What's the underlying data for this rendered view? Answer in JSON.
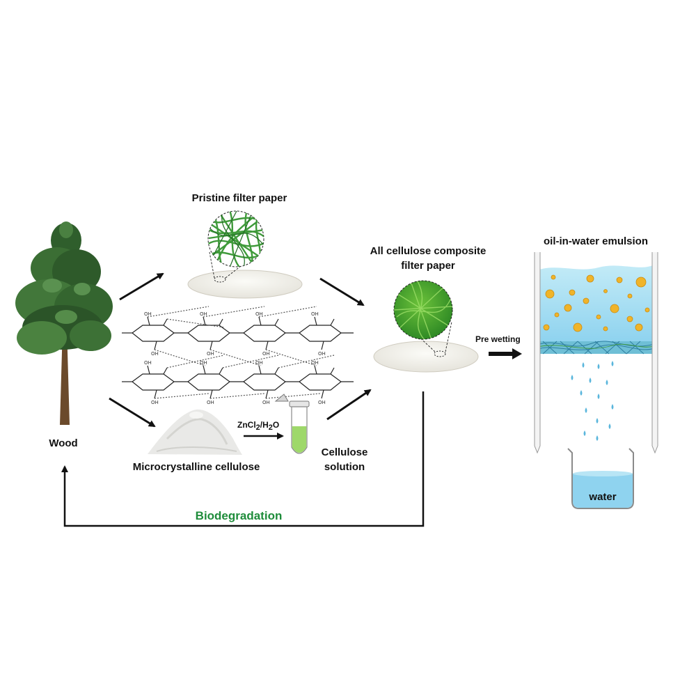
{
  "labels": {
    "pristine": "Pristine filter paper",
    "composite_line1": "All cellulose composite",
    "composite_line2": "filter paper",
    "emulsion": "oil-in-water emulsion",
    "wood": "Wood",
    "mcc": "Microcrystalline cellulose",
    "solution_line1": "Cellulose",
    "solution_line2": "solution",
    "prewetting": "Pre wetting",
    "water": "water",
    "biodegradation": "Biodegradation",
    "reagent_main": "ZnCl",
    "reagent_sub1": "2",
    "reagent_mid": "/H",
    "reagent_sub2": "2",
    "reagent_end": "O"
  },
  "colors": {
    "biodegradation": "#1e8c3a",
    "fiber_green": "#3f9a3a",
    "emulsion_blue": "#a8ddf0",
    "oil_droplet": "#f0b429",
    "water_blue": "#8fd3ef",
    "solution_green": "#9ed86a"
  },
  "icons": [
    "tree-icon",
    "filter-paper-icon",
    "cellulose-structure-icon",
    "powder-pile-icon",
    "test-tube-icon",
    "filtration-funnel-icon",
    "beaker-icon"
  ]
}
